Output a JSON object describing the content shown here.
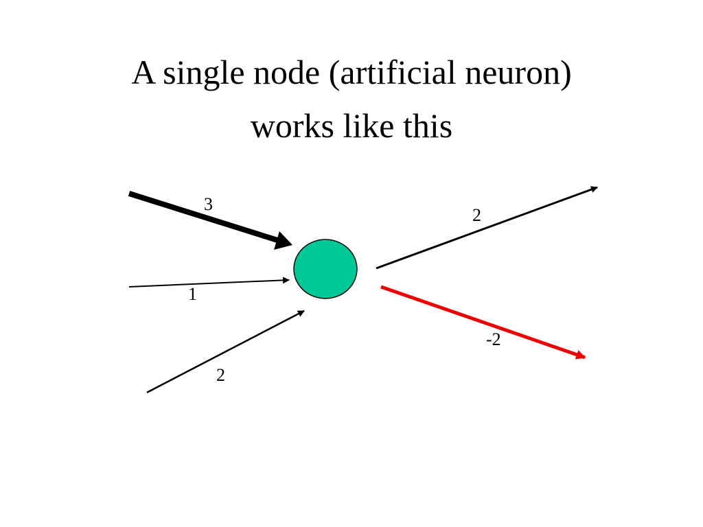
{
  "slide": {
    "title_line1": "A single node (artificial neuron)",
    "title_line2": "works like this"
  },
  "diagram": {
    "node": {
      "color": "#00c896",
      "outline": "#000000"
    },
    "inputs": [
      {
        "weight": "3",
        "color": "#000000"
      },
      {
        "weight": "1",
        "color": "#000000"
      },
      {
        "weight": "2",
        "color": "#000000"
      }
    ],
    "outputs": [
      {
        "weight": "2",
        "color": "#000000"
      },
      {
        "weight": "-2",
        "color": "#ee0000"
      }
    ]
  }
}
